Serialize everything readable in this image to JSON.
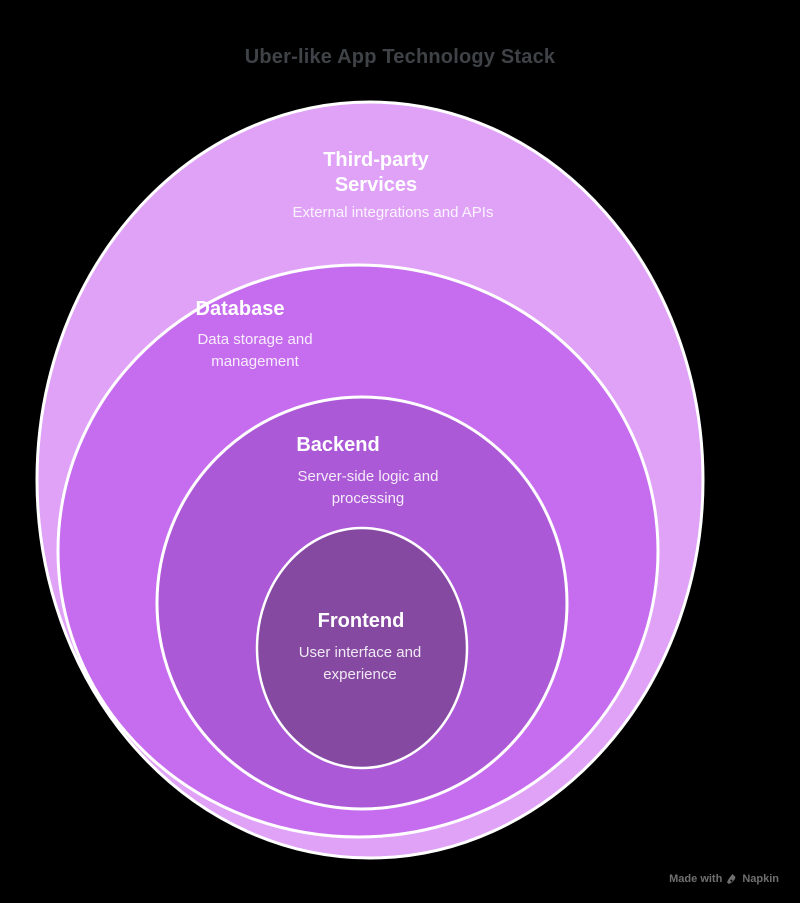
{
  "title": {
    "text": "Uber-like App Technology Stack",
    "color": "#3f4246"
  },
  "background_color": "#000000",
  "ring_stroke_color": "#ffffff",
  "rings": [
    {
      "name": "third-party-services",
      "label": "Third-party Services",
      "description": "External integrations and APIs",
      "color": "#dfa2f7"
    },
    {
      "name": "database",
      "label": "Database",
      "description": "Data storage and management",
      "color": "#c66cef"
    },
    {
      "name": "backend",
      "label": "Backend",
      "description": "Server-side logic and processing",
      "color": "#ab59d6"
    },
    {
      "name": "frontend",
      "label": "Frontend",
      "description": "User interface and experience",
      "color": "#8549a1"
    }
  ],
  "watermark": {
    "prefix": "Made with",
    "brand": "Napkin",
    "icon": "pen-nib-icon",
    "color": "#6f6f6f"
  }
}
